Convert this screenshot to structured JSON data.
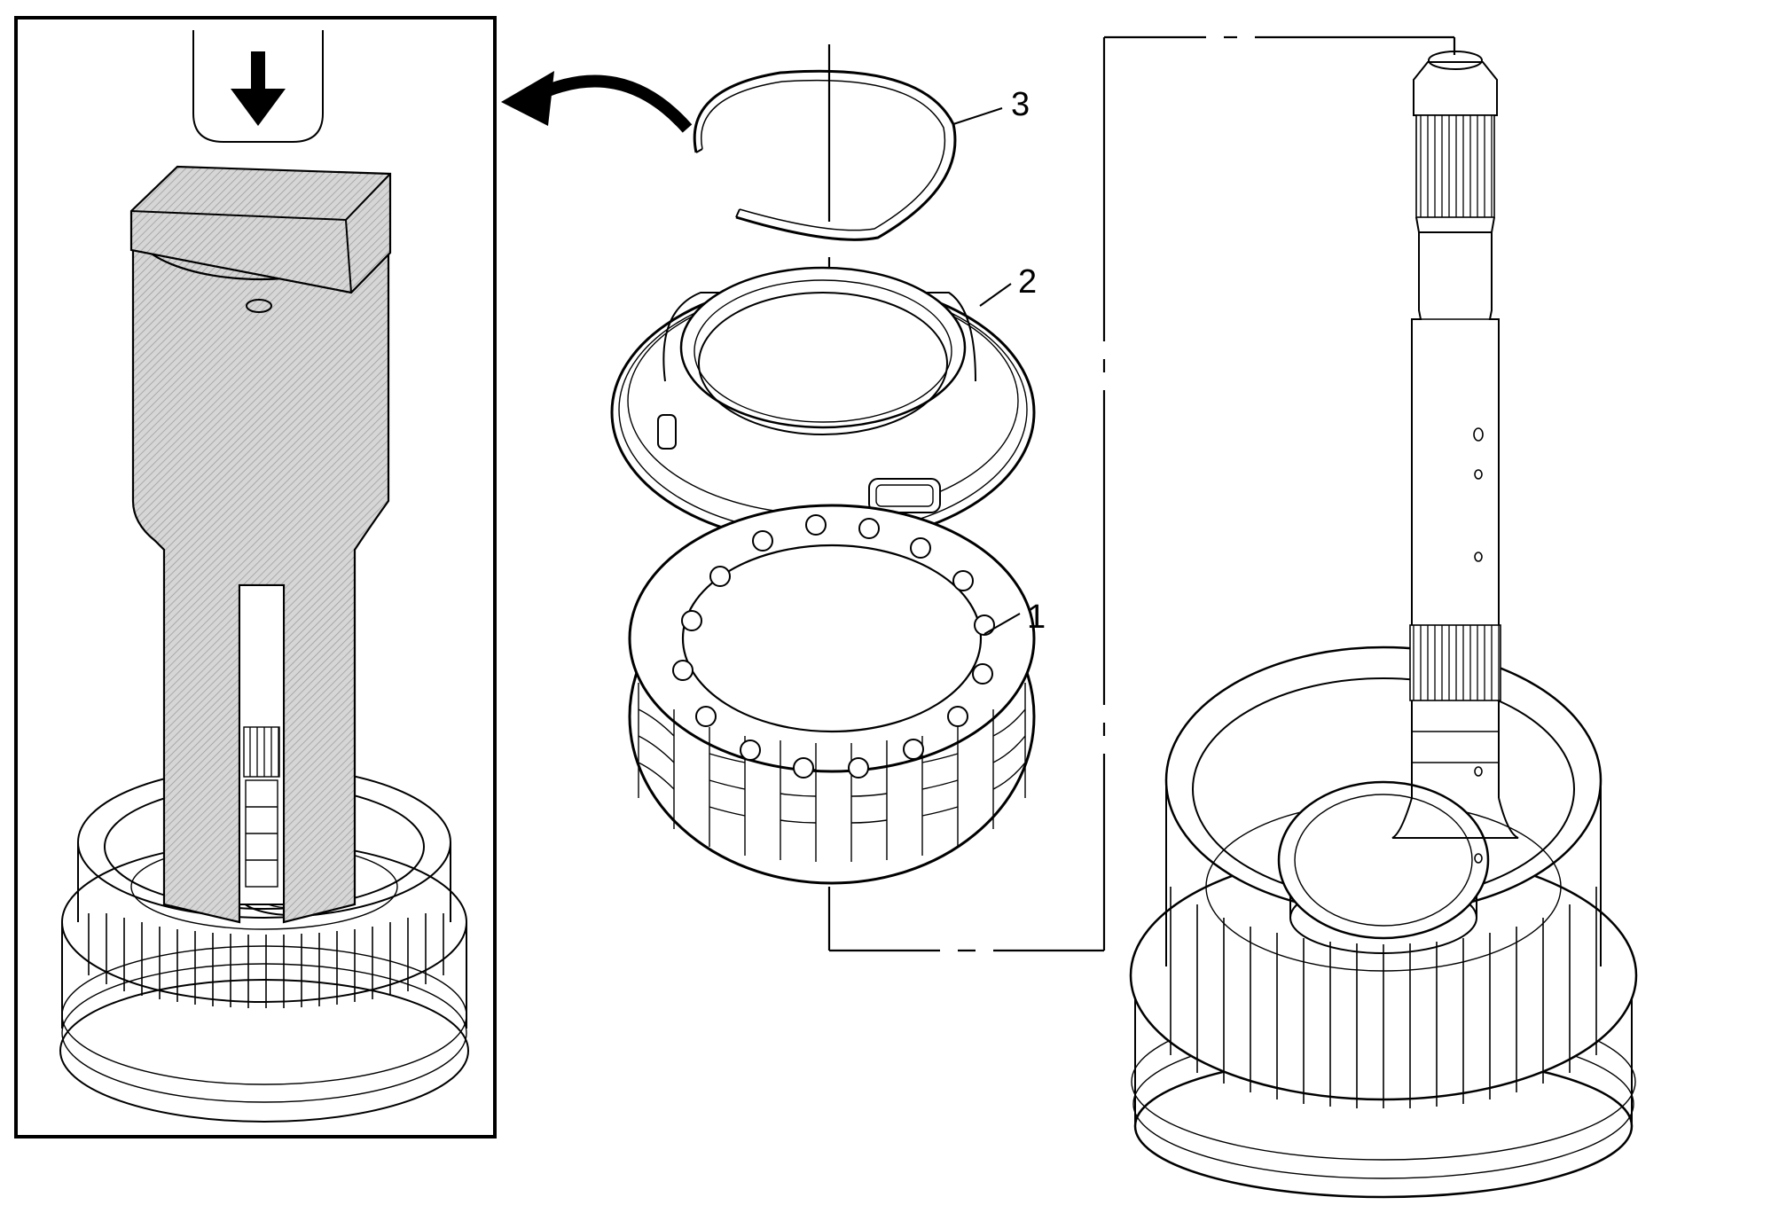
{
  "callouts": {
    "1": "1",
    "2": "2",
    "3": "3"
  },
  "components": {
    "1": "spring-assembly",
    "2": "spring-retainer",
    "3": "snap-ring"
  },
  "colors": {
    "line": "#000000",
    "background": "#ffffff",
    "hatch": "#bdbdbd"
  },
  "icons": {
    "inset_arrow": "arrow-down-icon",
    "transfer_arrow": "curved-arrow-left-icon"
  }
}
